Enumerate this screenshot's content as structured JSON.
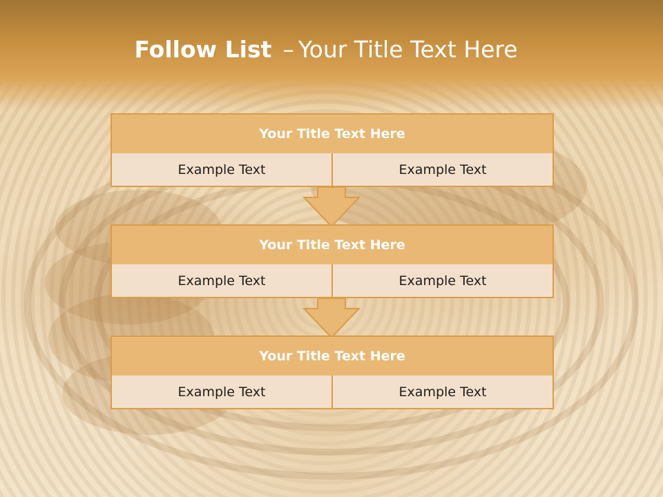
{
  "slide": {
    "title_bold": "Follow List",
    "title_dash": "–",
    "title_rest": "Your Title Text Here"
  },
  "blocks": [
    {
      "title": "Your Title Text Here",
      "cells": [
        "Example Text",
        "Example Text"
      ]
    },
    {
      "title": "Your Title Text Here",
      "cells": [
        "Example Text",
        "Example Text"
      ]
    },
    {
      "title": "Your Title Text Here",
      "cells": [
        "Example Text",
        "Example Text"
      ]
    }
  ],
  "colors": {
    "accent": "#dc9c47",
    "title_fill": "#e8b874",
    "cell_fill": "#f3e0cc"
  }
}
